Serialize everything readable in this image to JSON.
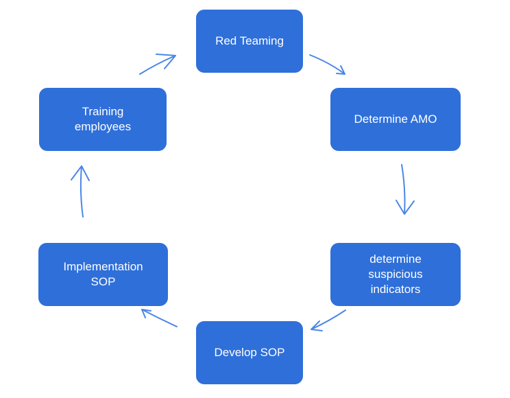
{
  "diagram": {
    "type": "cycle",
    "node_color": "#2f6fd9",
    "arrow_color": "#4a86e8",
    "nodes": [
      {
        "id": "red_teaming",
        "label": "Red Teaming"
      },
      {
        "id": "determine_amo",
        "label": "Determine AMO"
      },
      {
        "id": "determine_indicators",
        "label": "determine\nsuspicious\nindicators"
      },
      {
        "id": "develop_sop",
        "label": "Develop SOP"
      },
      {
        "id": "implementation_sop",
        "label": "Implementation\nSOP"
      },
      {
        "id": "training_employees",
        "label": "Training\nemployees"
      }
    ],
    "edges": [
      {
        "from": "red_teaming",
        "to": "determine_amo"
      },
      {
        "from": "determine_amo",
        "to": "determine_indicators"
      },
      {
        "from": "determine_indicators",
        "to": "develop_sop"
      },
      {
        "from": "develop_sop",
        "to": "implementation_sop"
      },
      {
        "from": "implementation_sop",
        "to": "training_employees"
      },
      {
        "from": "training_employees",
        "to": "red_teaming"
      }
    ]
  }
}
